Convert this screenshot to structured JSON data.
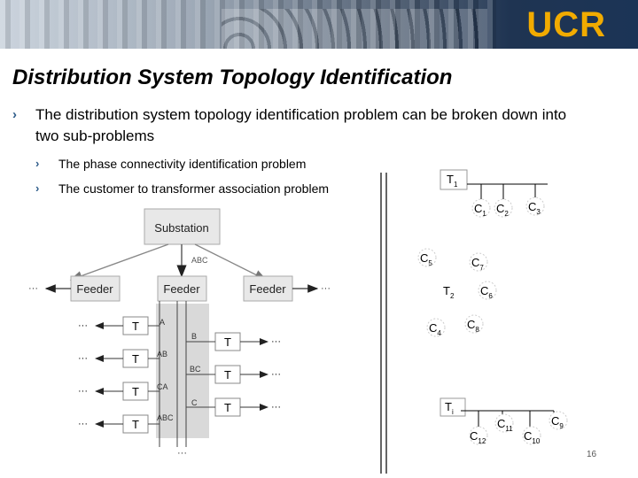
{
  "header": {
    "logo_text": "UCR"
  },
  "slide": {
    "title": "Distribution System Topology Identification",
    "bullet_main": "The distribution system topology identification problem can be broken down into two sub-problems",
    "sub_bullets": [
      "The phase connectivity identification problem",
      "The customer to transformer association problem"
    ],
    "page_number": "16"
  },
  "left_diagram": {
    "substation": "Substation",
    "abc_label": "ABC",
    "feeder": "Feeder",
    "ellipsis": "···",
    "transformer": "T",
    "phase_labels": [
      "A",
      "B",
      "AB",
      "BC",
      "CA",
      "C",
      "ABC"
    ]
  },
  "right_diagram": {
    "t1": "T",
    "t1_sub": "1",
    "t2": "T",
    "t2_sub": "2",
    "ti": "T",
    "ti_sub": "i",
    "customers": [
      {
        "main": "C",
        "sub": "1"
      },
      {
        "main": "C",
        "sub": "2"
      },
      {
        "main": "C",
        "sub": "3"
      },
      {
        "main": "C",
        "sub": "5"
      },
      {
        "main": "C",
        "sub": "7"
      },
      {
        "main": "C",
        "sub": "6"
      },
      {
        "main": "C",
        "sub": "4"
      },
      {
        "main": "C",
        "sub": "8"
      },
      {
        "main": "C",
        "sub": "11"
      },
      {
        "main": "C",
        "sub": "9"
      },
      {
        "main": "C",
        "sub": "12"
      },
      {
        "main": "C",
        "sub": "10"
      }
    ]
  }
}
